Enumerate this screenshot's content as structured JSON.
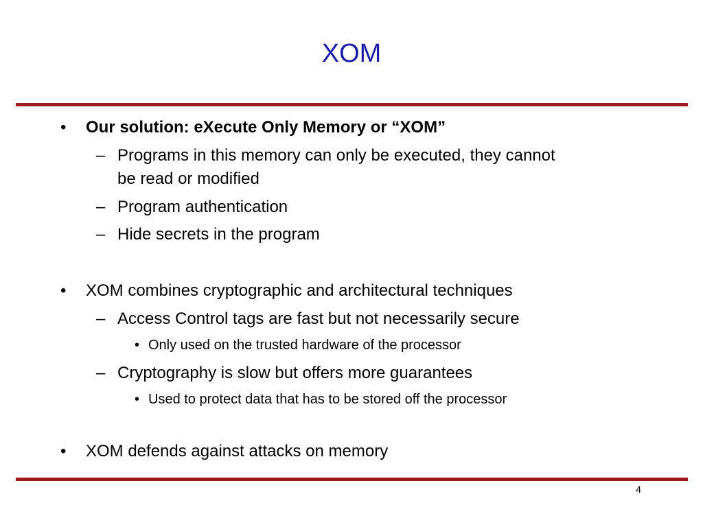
{
  "slide": {
    "title": "XOM",
    "page_number": "4",
    "markers": {
      "level1": "•",
      "level2": "–",
      "level3": "•"
    },
    "bullets": [
      {
        "text": "Our solution: eXecute Only Memory or “XOM”"
      },
      {
        "line1": "Programs in this memory can only be executed, they cannot",
        "line2": "be read or modified"
      },
      {
        "text": "Program authentication"
      },
      {
        "text": "Hide secrets in the program"
      },
      {
        "text": "XOM combines cryptographic and architectural techniques"
      },
      {
        "text": "Access Control tags are fast but not necessarily secure"
      },
      {
        "text": "Only used on the trusted hardware of the processor"
      },
      {
        "text": "Cryptography is slow but offers more guarantees"
      },
      {
        "text": "Used to protect data that has to be stored off the processor"
      },
      {
        "text": "XOM defends against attacks on memory"
      }
    ],
    "colors": {
      "title": "#1a1aa6",
      "rule": "#9b1b1e",
      "text": "#000000"
    }
  }
}
